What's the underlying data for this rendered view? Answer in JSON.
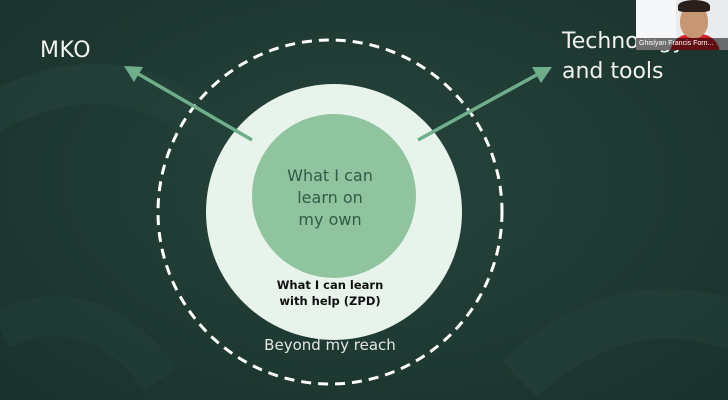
{
  "slide": {
    "mko_label": "MKO",
    "tech_line1": "Technology",
    "tech_line2": "and tools",
    "inner_line1": "What I can",
    "inner_line2": "learn on",
    "inner_line3": "my own",
    "zpd_line1": "What I can learn",
    "zpd_line2": "with help (ZPD)",
    "beyond_label": "Beyond my reach"
  },
  "video": {
    "participant_name": "Ghislyan Francis Forn..."
  },
  "colors": {
    "background": "#1f3a33",
    "inner_circle": "#8fc49f",
    "middle_circle": "#e8f3ec",
    "arrow": "#6fae8a",
    "dashed_ring": "#ffffff"
  },
  "icons": [
    "arrow-up-left",
    "arrow-up-right"
  ]
}
